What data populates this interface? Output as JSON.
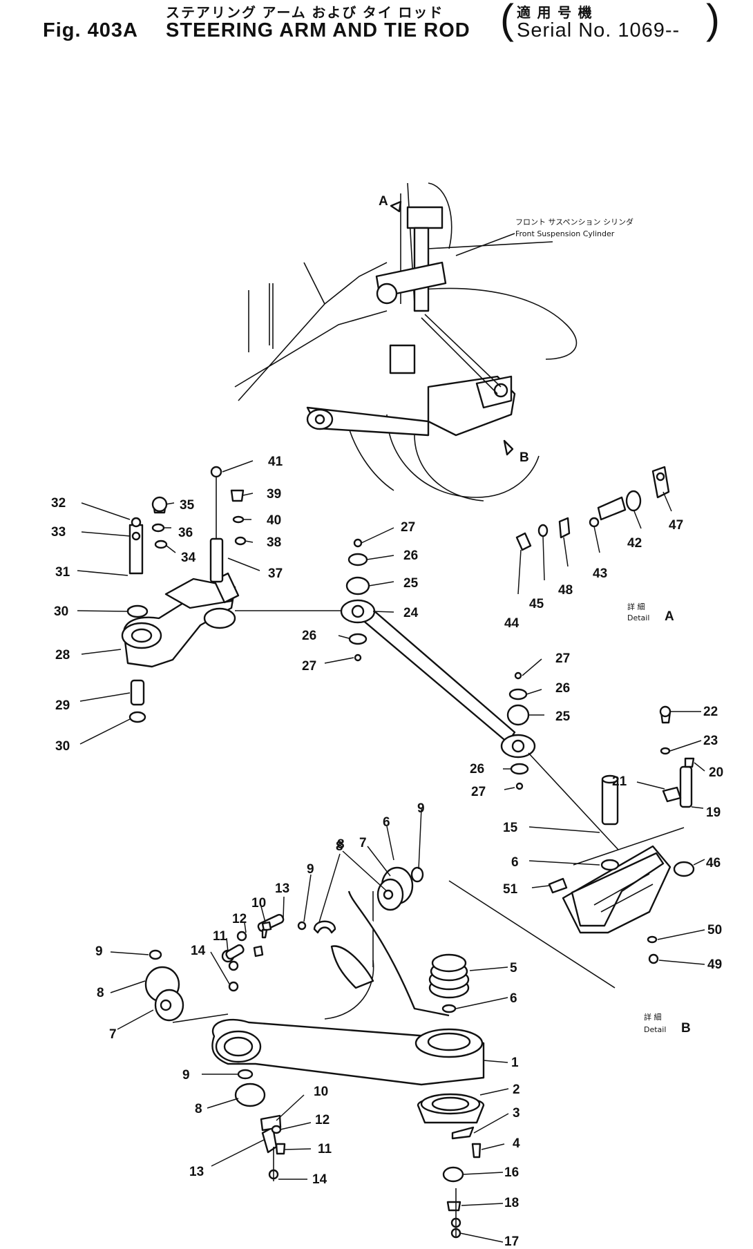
{
  "header": {
    "fig_label": "Fig. 403A",
    "title_jp": "ステアリング アーム および タイ ロッド",
    "title_en": "STEERING ARM AND TIE ROD",
    "applic_jp": "適 用 号 機",
    "applic_en": "Serial No. 1069--"
  },
  "annotations": {
    "cylinder_jp": "フロント サスペンション シリンダ",
    "cylinder_en": "Front Suspension Cylinder",
    "marker_a": "A",
    "marker_b": "B",
    "detail_a_jp": "詳 細",
    "detail_a_en": "Detail",
    "detail_a_letter": "A",
    "detail_b_jp": "詳 細",
    "detail_b_en": "Detail",
    "detail_b_letter": "B"
  },
  "callouts": [
    "41",
    "39",
    "35",
    "40",
    "36",
    "38",
    "34",
    "32",
    "33",
    "31",
    "37",
    "30",
    "28",
    "29",
    "30",
    "27",
    "26",
    "25",
    "24",
    "26",
    "27",
    "47",
    "42",
    "43",
    "48",
    "45",
    "44",
    "27",
    "26",
    "25",
    "26",
    "27",
    "22",
    "23",
    "21",
    "20",
    "19",
    "15",
    "6",
    "46",
    "51",
    "50",
    "49",
    "8",
    "9",
    "7",
    "6",
    "8",
    "9",
    "10",
    "12",
    "11",
    "14",
    "13",
    "9",
    "8",
    "7",
    "5",
    "6",
    "1",
    "9",
    "8",
    "10",
    "12",
    "11",
    "13",
    "14",
    "2",
    "3",
    "4",
    "16",
    "18",
    "17"
  ]
}
